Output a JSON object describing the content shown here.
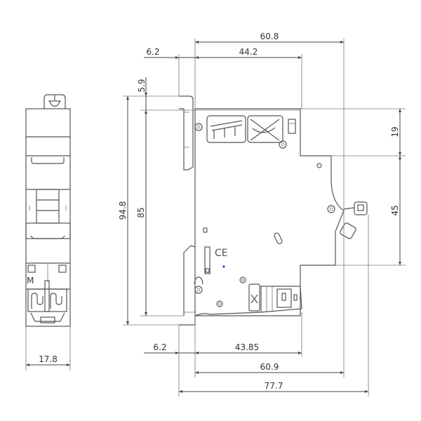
{
  "drawing": {
    "type": "technical dimension drawing",
    "subject": "DIN-rail miniature circuit breaker",
    "marking": "CE",
    "units_implied": "mm"
  },
  "front_view": {
    "width_label": "17.8"
  },
  "side_view": {
    "dimensions": {
      "top_total_depth": "60.8",
      "top_front_offset": "6.2",
      "top_body_depth": "44.2",
      "top_clip_offset": "5.9",
      "overall_height": "94.8",
      "body_height": "85",
      "right_upper_step": "19",
      "right_middle_step": "45",
      "bottom_front_offset": "6.2",
      "bottom_body_depth": "43.85",
      "bottom_total_depth": "60.9",
      "overall_depth": "77.7"
    }
  },
  "colors": {
    "line": "#444444",
    "dot": "#1a1aff"
  }
}
